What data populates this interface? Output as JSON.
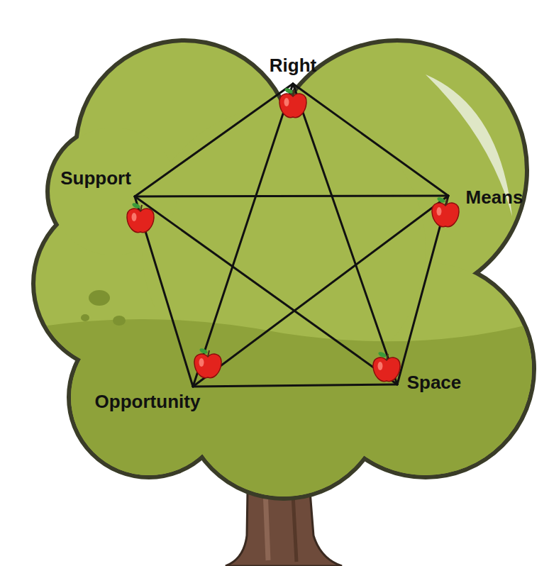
{
  "diagram": {
    "nodes": [
      {
        "text": [
          "Right"
        ]
      },
      {
        "text": [
          "Support"
        ]
      },
      {
        "text": [
          "Means"
        ]
      },
      {
        "text": [
          "Opportunity"
        ]
      },
      {
        "text": [
          "Space"
        ]
      }
    ],
    "edges": [
      {
        "from": 0,
        "to": 2,
        "arrow": "none"
      },
      {
        "from": 0,
        "to": 4,
        "arrow": "none"
      },
      {
        "from": 0,
        "to": 3,
        "arrow": "none"
      },
      {
        "from": 0,
        "to": 1,
        "arrow": "none"
      },
      {
        "from": 1,
        "to": 2,
        "arrow": "none"
      },
      {
        "from": 1,
        "to": 4,
        "arrow": "none"
      },
      {
        "from": 1,
        "to": 3,
        "arrow": "none"
      },
      {
        "from": 2,
        "to": 4,
        "arrow": "none"
      },
      {
        "from": 2,
        "to": 3,
        "arrow": "none"
      },
      {
        "from": 3,
        "to": 4,
        "arrow": "none"
      }
    ]
  }
}
